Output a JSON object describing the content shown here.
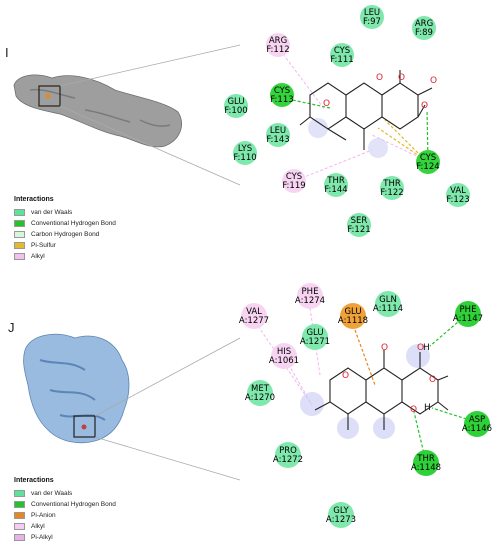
{
  "panels": [
    {
      "label": "I",
      "legend_title": "Interactions",
      "legend": [
        {
          "text": "van der Waals",
          "color": "#5ce39a"
        },
        {
          "text": "Conventional Hydrogen Bond",
          "color": "#23c42a"
        },
        {
          "text": "Carbon Hydrogen Bond",
          "color": "#d6f7dc"
        },
        {
          "text": "Pi-Sulfur",
          "color": "#e6b92b"
        },
        {
          "text": "Alkyl",
          "color": "#f2c2ec"
        }
      ],
      "residues": [
        {
          "line1": "LEU",
          "line2": "F:97",
          "kind": "vdw"
        },
        {
          "line1": "ARG",
          "line2": "F:89",
          "kind": "vdw"
        },
        {
          "line1": "ARG",
          "line2": "F:112",
          "kind": "alkyl"
        },
        {
          "line1": "CYS",
          "line2": "F:111",
          "kind": "vdw"
        },
        {
          "line1": "CYS",
          "line2": "F:113",
          "kind": "hbond"
        },
        {
          "line1": "GLU",
          "line2": "F:100",
          "kind": "vdw"
        },
        {
          "line1": "LEU",
          "line2": "F:143",
          "kind": "vdw"
        },
        {
          "line1": "LYS",
          "line2": "F:110",
          "kind": "vdw"
        },
        {
          "line1": "CYS",
          "line2": "F:119",
          "kind": "alkyl"
        },
        {
          "line1": "THR",
          "line2": "F:144",
          "kind": "vdw"
        },
        {
          "line1": "THR",
          "line2": "F:122",
          "kind": "vdw"
        },
        {
          "line1": "CYS",
          "line2": "F:124",
          "kind": "hbond"
        },
        {
          "line1": "VAL",
          "line2": "F:123",
          "kind": "vdw"
        },
        {
          "line1": "SER",
          "line2": "F:121",
          "kind": "vdw"
        }
      ],
      "atoms": [
        "O",
        "O",
        "O",
        "O",
        "O"
      ]
    },
    {
      "label": "J",
      "legend_title": "Interactions",
      "legend": [
        {
          "text": "van der Waals",
          "color": "#5ce39a"
        },
        {
          "text": "Conventional Hydrogen Bond",
          "color": "#23c42a"
        },
        {
          "text": "Pi-Anion",
          "color": "#e8861f"
        },
        {
          "text": "Alkyl",
          "color": "#f6cdf0"
        },
        {
          "text": "Pi-Alkyl",
          "color": "#e7b3e7"
        }
      ],
      "residues": [
        {
          "line1": "PHE",
          "line2": "A:1274",
          "kind": "alkyl"
        },
        {
          "line1": "VAL",
          "line2": "A:1277",
          "kind": "alkyl"
        },
        {
          "line1": "GLU",
          "line2": "A:1118",
          "kind": "pianion"
        },
        {
          "line1": "GLN",
          "line2": "A:1114",
          "kind": "vdw"
        },
        {
          "line1": "PHE",
          "line2": "A:1147",
          "kind": "hbond"
        },
        {
          "line1": "GLU",
          "line2": "A:1271",
          "kind": "vdw"
        },
        {
          "line1": "HIS",
          "line2": "A:1061",
          "kind": "alkyl"
        },
        {
          "line1": "MET",
          "line2": "A:1270",
          "kind": "vdw"
        },
        {
          "line1": "ASP",
          "line2": "A:1146",
          "kind": "hbond"
        },
        {
          "line1": "PRO",
          "line2": "A:1272",
          "kind": "vdw"
        },
        {
          "line1": "THR",
          "line2": "A:1148",
          "kind": "hbond"
        },
        {
          "line1": "GLY",
          "line2": "A:1273",
          "kind": "vdw"
        }
      ],
      "atoms": [
        "O",
        "O",
        "O",
        "O",
        "O",
        "H",
        "H"
      ]
    }
  ]
}
